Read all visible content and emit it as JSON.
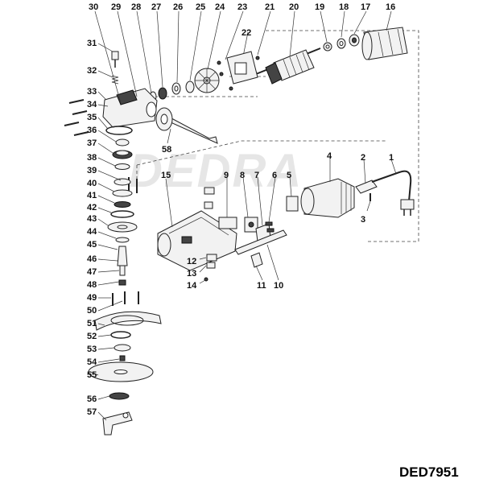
{
  "watermark": "DEDRA",
  "model": "DED7951",
  "callouts": [
    "1",
    "2",
    "3",
    "4",
    "5",
    "6",
    "7",
    "8",
    "9",
    "10",
    "11",
    "12",
    "13",
    "14",
    "15",
    "16",
    "17",
    "18",
    "19",
    "20",
    "21",
    "22",
    "23",
    "24",
    "25",
    "26",
    "27",
    "28",
    "29",
    "30",
    "31",
    "32",
    "33",
    "34",
    "35",
    "36",
    "37",
    "38",
    "39",
    "40",
    "41",
    "42",
    "43",
    "44",
    "45",
    "46",
    "47",
    "48",
    "49",
    "50",
    "51",
    "52",
    "53",
    "54",
    "55",
    "56",
    "57",
    "58"
  ]
}
